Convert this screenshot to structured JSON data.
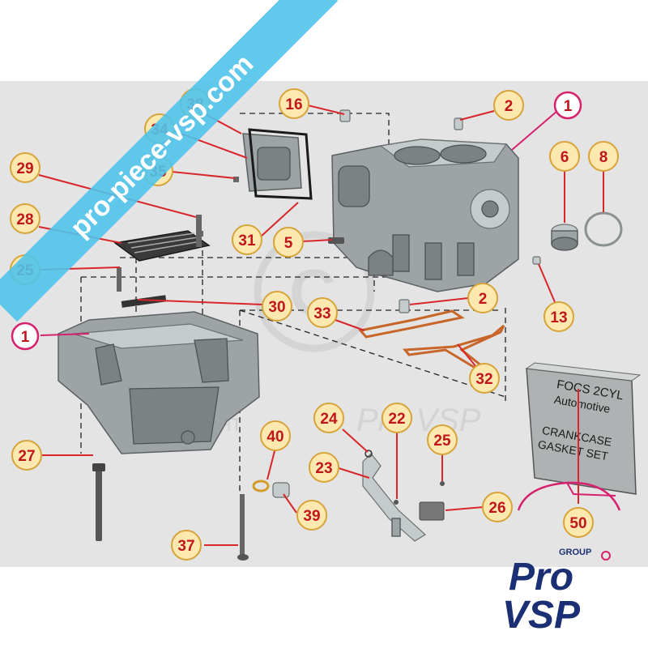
{
  "watermark": {
    "site": "pro-piece-vsp.com",
    "copyright": "COPYRIGHT",
    "brand": "Pro VSP"
  },
  "callouts": [
    "1",
    "2",
    "5",
    "6",
    "8",
    "13",
    "16",
    "34",
    "35",
    "38",
    "29",
    "28",
    "25",
    "31",
    "30",
    "1",
    "2",
    "33",
    "32",
    "27",
    "40",
    "39",
    "37",
    "24",
    "23",
    "22",
    "25",
    "26",
    "50"
  ],
  "kit_box": {
    "line1": "FOCS 2CYL",
    "line2": "Automotive",
    "line3": "CRANKCASE",
    "line4": "GASKET SET"
  },
  "logo": {
    "group": "GROUP",
    "pro": "Pro",
    "vsp": "VSP"
  },
  "colors": {
    "callout_fill": "#fde9b0",
    "callout_text": "#c0161b",
    "leader": "#d8262a",
    "highlight": "#d6226e",
    "banner": "#4fc3ea",
    "logo_blue": "#1b2f74"
  }
}
